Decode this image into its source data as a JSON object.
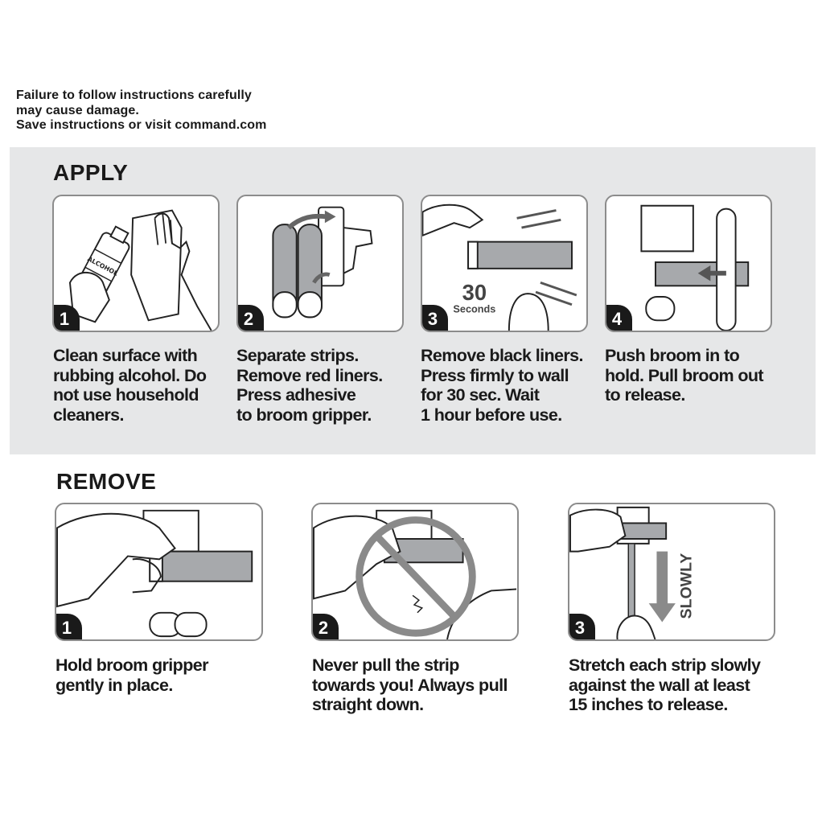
{
  "warning": {
    "lines": [
      "Failure to follow instructions carefully",
      "may cause damage.",
      "Save instructions or visit command.com"
    ]
  },
  "apply": {
    "title": "APPLY",
    "steps": [
      {
        "number": "1",
        "icon": "alcohol-wipe-illustration",
        "bottle_label": "ALCOHOL",
        "caption": [
          "Clean surface with",
          "rubbing alcohol. Do",
          "not use household",
          "cleaners."
        ]
      },
      {
        "number": "2",
        "icon": "separate-strips-illustration",
        "caption": [
          "Separate strips.",
          "Remove red liners.",
          "Press adhesive",
          "to broom gripper."
        ]
      },
      {
        "number": "3",
        "icon": "press-to-wall-illustration",
        "timer_value": "30",
        "timer_unit": "Seconds",
        "caption": [
          "Remove black liners.",
          "Press firmly to wall",
          "for 30 sec. Wait",
          "1 hour before use."
        ]
      },
      {
        "number": "4",
        "icon": "push-broom-illustration",
        "caption": [
          "Push broom in to",
          "hold. Pull broom out",
          "to release."
        ]
      }
    ]
  },
  "remove": {
    "title": "REMOVE",
    "steps": [
      {
        "number": "1",
        "icon": "hold-gripper-illustration",
        "caption": [
          "Hold broom gripper",
          "gently in place."
        ]
      },
      {
        "number": "2",
        "icon": "do-not-pull-illustration",
        "caption": [
          "Never pull the strip",
          "towards you! Always pull",
          "straight down."
        ]
      },
      {
        "number": "3",
        "icon": "stretch-strip-illustration",
        "arrow_label": "SLOWLY",
        "caption": [
          "Stretch each strip slowly",
          "against the wall at least",
          "15 inches to release."
        ]
      }
    ]
  },
  "colors": {
    "band": "#e6e7e8",
    "panel_border": "#8c8c8c",
    "badge": "#1a1a1a",
    "strip_gray": "#a7a9ac",
    "prohibition_gray": "#8a8a8a"
  }
}
